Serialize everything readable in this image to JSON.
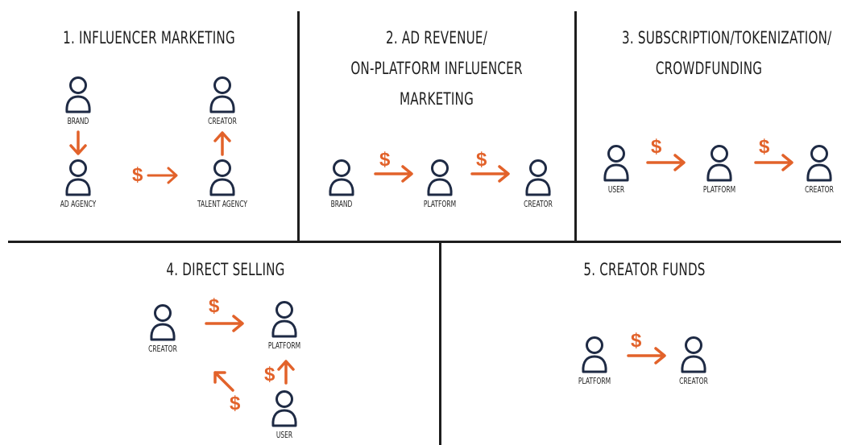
{
  "colors": {
    "ink": "#1e2a44",
    "accent": "#e2622a",
    "divider": "#1e1e1e",
    "background": "#ffffff"
  },
  "icon": "person-outline-icon",
  "panels": [
    {
      "title": [
        "1. INFLUENCER MARKETING"
      ],
      "nodes": {
        "brand": "BRAND",
        "ad_agency": "AD AGENCY",
        "creator": "CREATOR",
        "talent_agency": "TALENT AGENCY"
      },
      "currency": "$"
    },
    {
      "title": [
        "2. AD REVENUE/",
        "ON-PLATFORM INFLUENCER",
        "MARKETING"
      ],
      "nodes": {
        "brand": "BRAND",
        "platform": "PLATFORM",
        "creator": "CREATOR"
      },
      "currency": "$"
    },
    {
      "title": [
        "3. SUBSCRIPTION/TOKENIZATION/",
        "CROWDFUNDING"
      ],
      "nodes": {
        "user": "USER",
        "platform": "PLATFORM",
        "creator": "CREATOR"
      },
      "currency": "$"
    },
    {
      "title": [
        "4. DIRECT SELLING"
      ],
      "nodes": {
        "creator": "CREATOR",
        "platform": "PLATFORM",
        "user": "USER"
      },
      "currency": "$"
    },
    {
      "title": [
        "5. CREATOR FUNDS"
      ],
      "nodes": {
        "platform": "PLATFORM",
        "creator": "CREATOR"
      },
      "currency": "$"
    }
  ]
}
